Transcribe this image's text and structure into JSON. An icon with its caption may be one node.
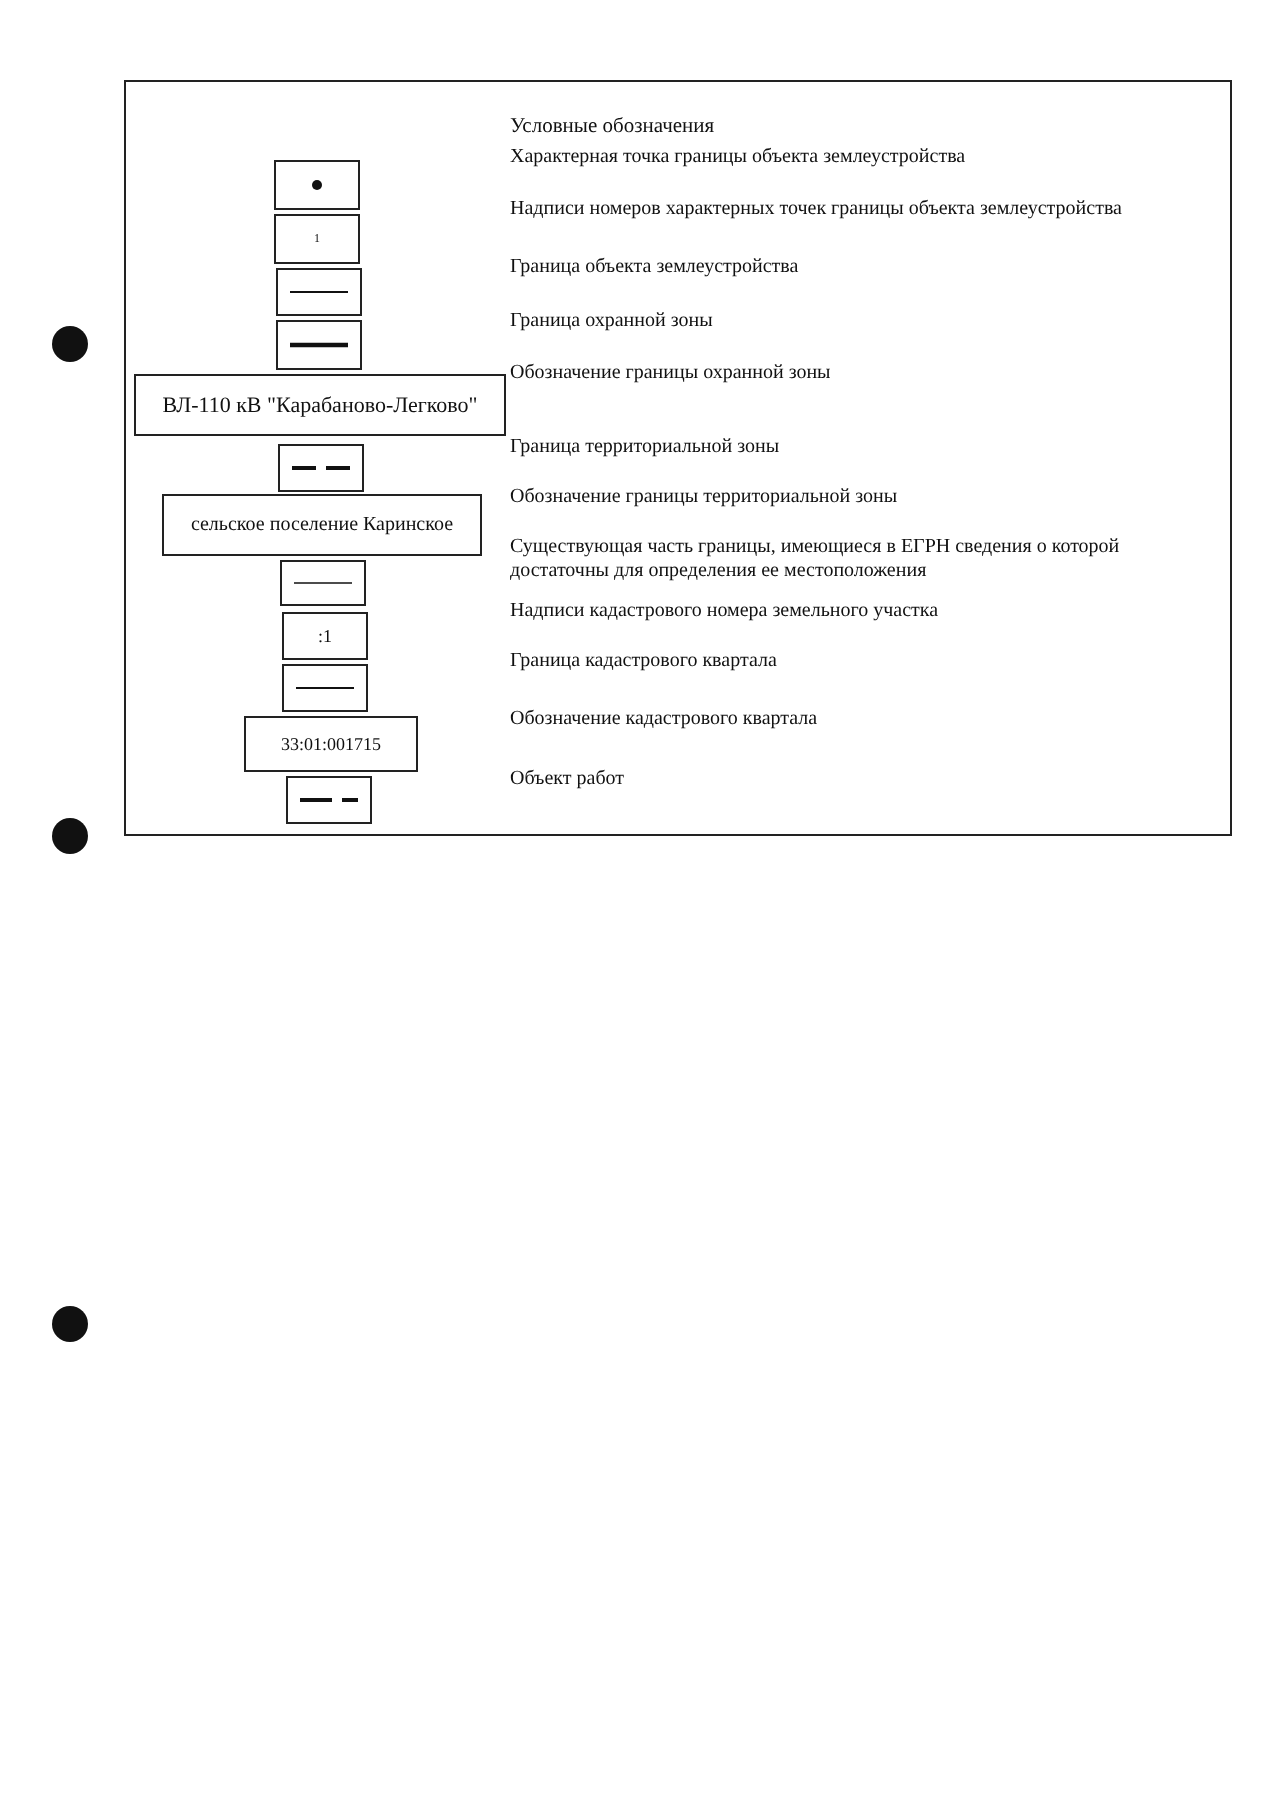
{
  "diagram": {
    "title": "Условные обозначения",
    "labels": [
      "1",
      "ВЛ-110 кВ \"Карабаново-Легково\"",
      "сельское поселение Каринское",
      ":1",
      "33:01:001715"
    ],
    "legend": [
      {
        "text": "Характерная точка границы объекта землеустройства"
      },
      {
        "text": "Надписи номеров характерных точек границы объекта землеустройства"
      },
      {
        "text": "Граница объекта землеустройства"
      },
      {
        "text": "Граница охранной зоны"
      },
      {
        "text": "Обозначение границы охранной зоны"
      },
      {
        "text": "Граница территориальной зоны"
      },
      {
        "text": "Обозначение границы территориальной зоны"
      },
      {
        "text": "Существующая часть границы, имеющиеся в ЕГРН сведения о которой достаточны для определения ее местоположения"
      },
      {
        "text": "Надписи кадастрового номера земельного участка"
      },
      {
        "text": "Граница кадастрового квартала"
      },
      {
        "text": "Обозначение кадастрового квартала"
      },
      {
        "text": "Объект работ"
      }
    ]
  }
}
